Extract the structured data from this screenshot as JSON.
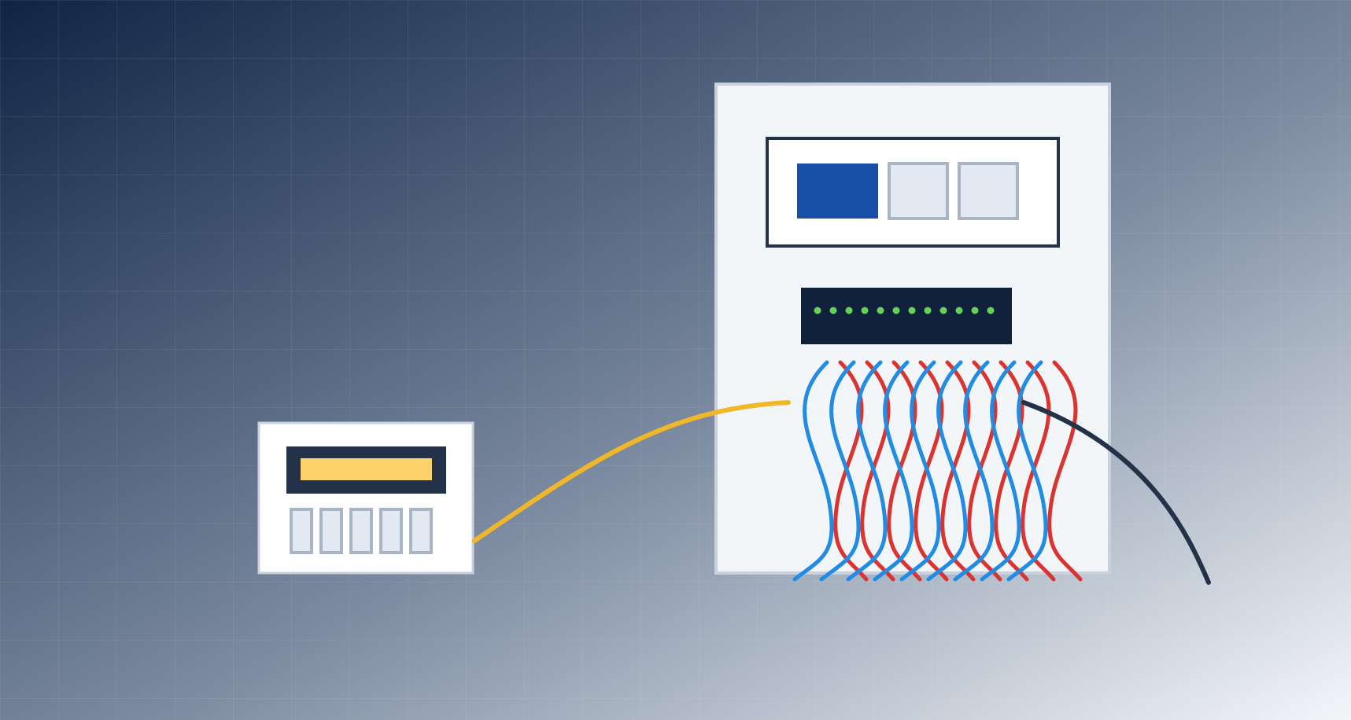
{
  "colors": {
    "background_start": "#0f2444",
    "background_mid": "#7b8aa0",
    "background_end": "#f3f6f9",
    "panel_fill": "#f3f6f9",
    "panel_border": "#c8d1dd",
    "dark_navy": "#233249",
    "blue_primary": "#1850a7",
    "light_slot": "#e3e9f2",
    "slot_border": "#a9b5c5",
    "led_bar": "#0f203b",
    "led_green": "#66d05b",
    "cable_blue": "#228be3",
    "cable_red": "#d9342f",
    "cable_yellow": "#f0b72a",
    "cable_dark": "#233249",
    "yellow_bar": "#fcd36a"
  },
  "icons": {
    "main_device": "server-rack-icon",
    "small_device": "network-switch-icon",
    "status_leds": "status-led-icon"
  },
  "rack": {
    "indicator_count": 3,
    "led_count": 12,
    "blue_cable_count": 9,
    "red_cable_count": 9
  },
  "switch": {
    "port_count": 5
  }
}
